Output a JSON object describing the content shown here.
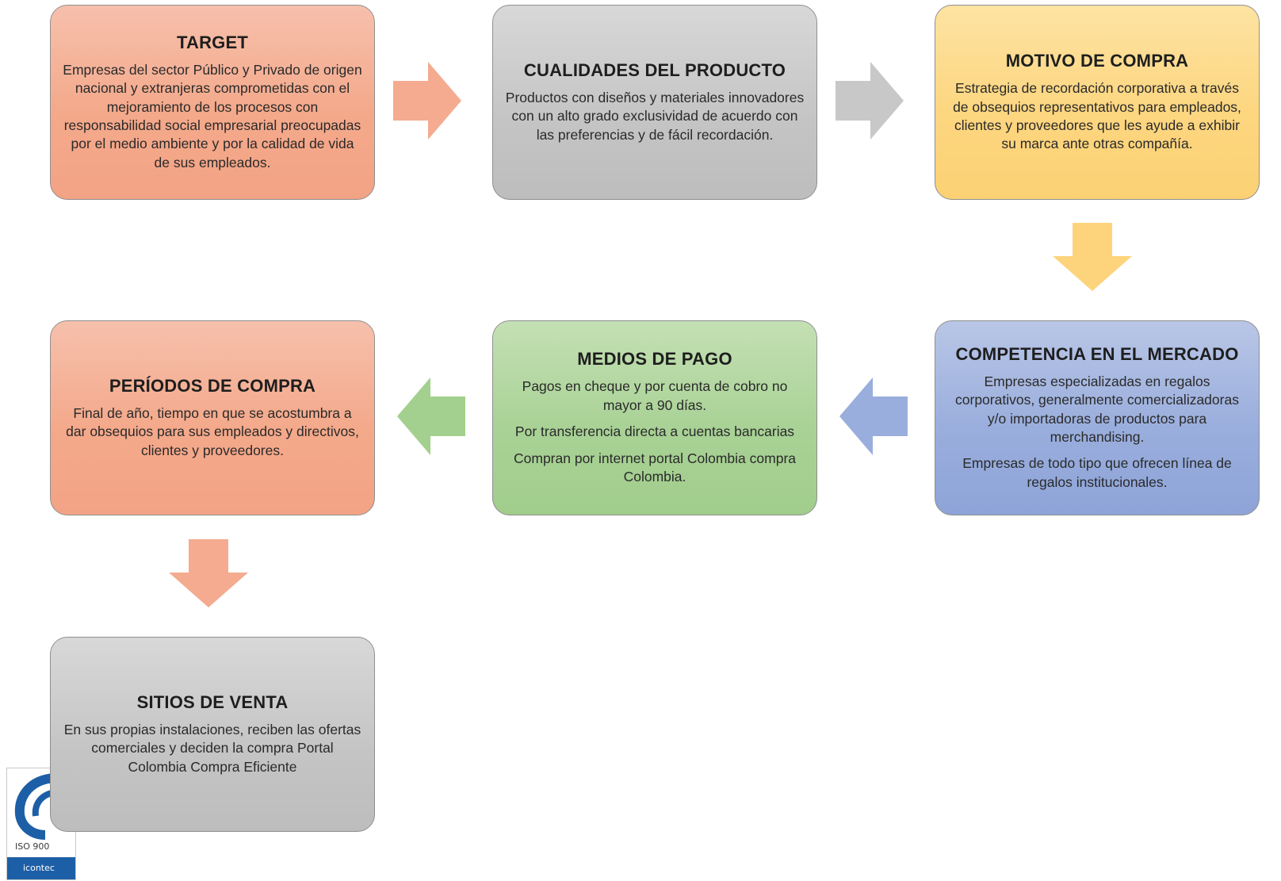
{
  "boxes": {
    "target": {
      "title": "TARGET",
      "text": "Empresas del sector Público y Privado de origen nacional y extranjeras comprometidas con el mejoramiento de los procesos con responsabilidad social empresarial preocupadas  por el medio ambiente y por la calidad de vida de sus empleados."
    },
    "cualidades": {
      "title": "CUALIDADES DEL PRODUCTO",
      "text": "Productos con diseños y materiales innovadores con un alto grado exclusividad de acuerdo con las preferencias  y de fácil recordación."
    },
    "motivo": {
      "title": "MOTIVO DE COMPRA",
      "text": "Estrategia de recordación corporativa a través de obsequios representativos para empleados, clientes y proveedores que les ayude a exhibir su marca ante otras compañía."
    },
    "competencia": {
      "title": "COMPETENCIA EN EL MERCADO",
      "text1": "Empresas especializadas en regalos corporativos, generalmente comercializadoras y/o importadoras de productos para merchandising.",
      "text2": "Empresas de todo tipo que ofrecen línea de regalos institucionales."
    },
    "medios": {
      "title": "MEDIOS DE PAGO",
      "text1": "Pagos en cheque y por cuenta de cobro no mayor a 90 días.",
      "text2": "Por transferencia directa a cuentas bancarias",
      "text3": "Compran por internet portal Colombia compra Colombia."
    },
    "periodos": {
      "title": "PERÍODOS DE COMPRA",
      "text": "Final de año, tiempo en que se acostumbra a dar obsequios para sus empleados y directivos, clientes y proveedores."
    },
    "sitios": {
      "title": "SITIOS DE VENTA",
      "text": "En sus propias instalaciones, reciben las ofertas comerciales y deciden la compra Portal Colombia Compra Eficiente"
    }
  },
  "colors": {
    "salmon": "#f4a98b",
    "grey": "#c4c4c4",
    "yellow": "#fdd680",
    "blue": "#9aaedd",
    "green": "#a9d296",
    "arrow_salmon": "#f4ab90",
    "arrow_grey": "#c8c8c8",
    "arrow_yellow": "#fdd47c",
    "arrow_blue": "#9aaedd",
    "arrow_green": "#a3d08e"
  },
  "logo": {
    "iso_text": "ISO 900",
    "brand_text": "icontec"
  }
}
